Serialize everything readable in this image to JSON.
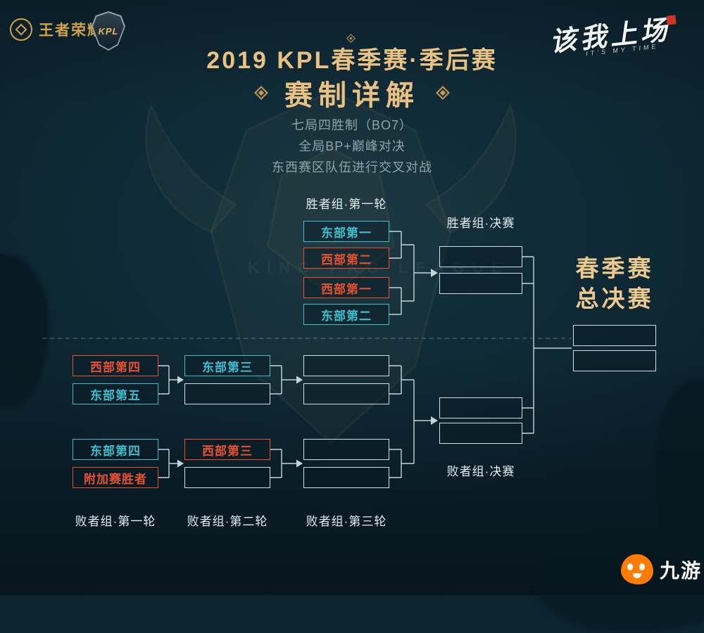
{
  "brand": {
    "kog": "王者荣耀",
    "kpl": "KPL",
    "slogan": "该我上场",
    "slogan_sub": "IT'S MY TIME"
  },
  "header": {
    "title": "2019 KPL春季赛·季后赛",
    "subtitle": "赛制详解",
    "rules": [
      "七局四胜制（BO7）",
      "全局BP+巅峰对决",
      "东西赛区队伍进行交叉对战"
    ]
  },
  "watermark": {
    "text": "KING PRO LEAGUE"
  },
  "labels": {
    "winners_r1": "胜者组·第一轮",
    "winners_final": "胜者组·决赛",
    "grand_final_1": "春季赛",
    "grand_final_2": "总决赛",
    "losers_r1": "败者组·第一轮",
    "losers_r2": "败者组·第二轮",
    "losers_r3": "败者组·第三轮",
    "losers_final": "败者组·决赛"
  },
  "teams": {
    "east_1": "东部第一",
    "west_2": "西部第二",
    "west_1": "西部第一",
    "east_2": "东部第二",
    "west_4": "西部第四",
    "east_5": "东部第五",
    "east_3": "东部第三",
    "east_4": "东部第四",
    "playin_winner": "附加赛胜者",
    "west_3": "西部第三"
  },
  "colors": {
    "east": "#3fbecd",
    "west": "#e8502f",
    "gold": "#e9c283"
  },
  "footer": {
    "site": "九游"
  }
}
